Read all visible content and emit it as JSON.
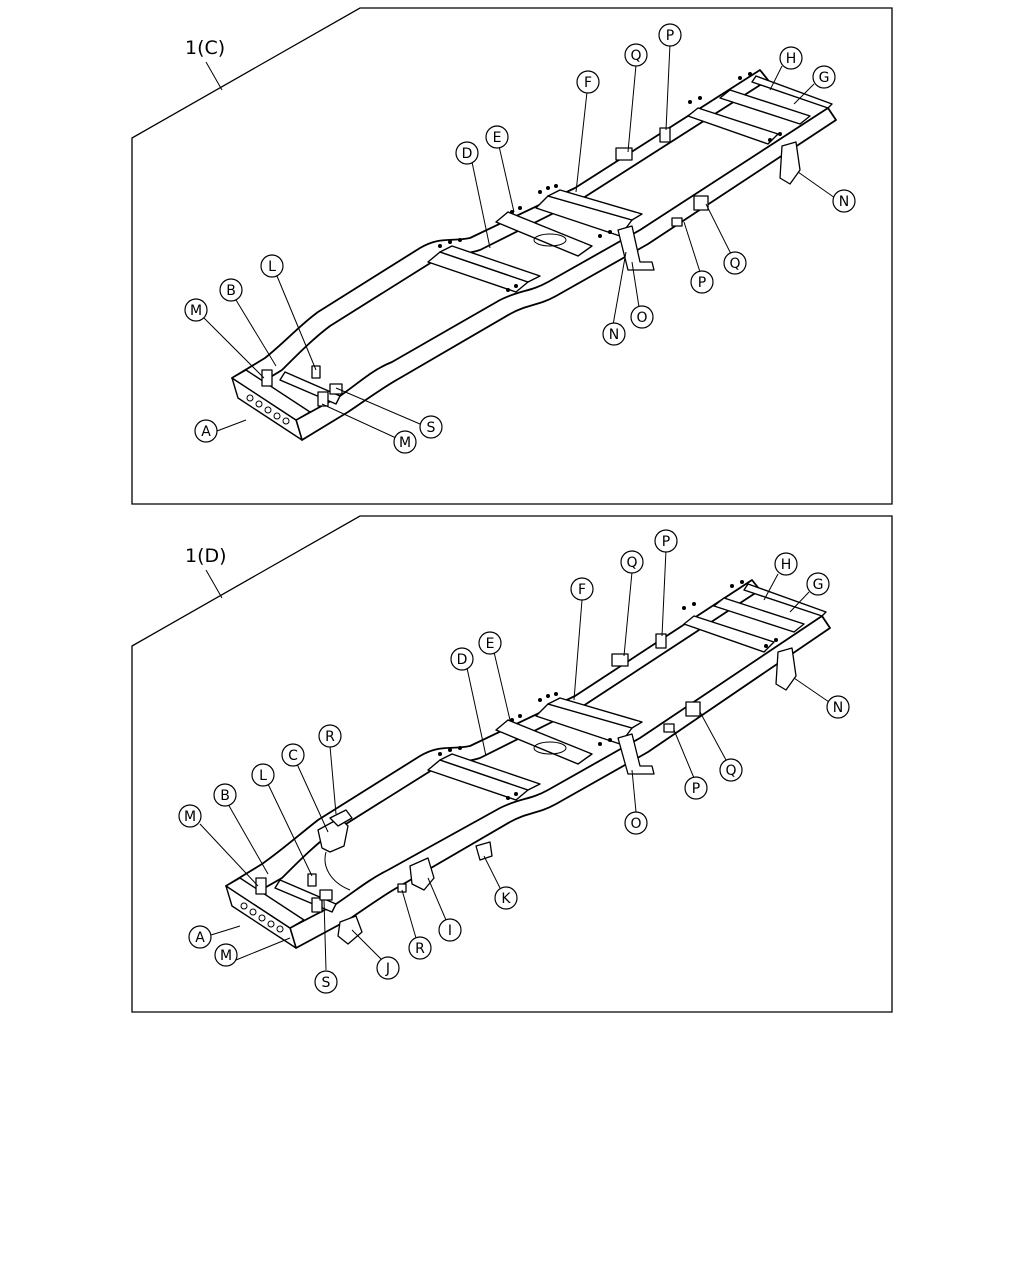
{
  "panels": [
    {
      "id": "upper",
      "label": "1(C)",
      "callouts": [
        "A",
        "B",
        "D",
        "E",
        "F",
        "G",
        "H",
        "L",
        "M",
        "M",
        "N",
        "N",
        "O",
        "P",
        "P",
        "Q",
        "Q",
        "S"
      ]
    },
    {
      "id": "lower",
      "label": "1(D)",
      "callouts": [
        "A",
        "B",
        "C",
        "D",
        "E",
        "F",
        "G",
        "H",
        "I",
        "J",
        "K",
        "L",
        "M",
        "M",
        "N",
        "O",
        "P",
        "P",
        "Q",
        "Q",
        "R",
        "R",
        "S"
      ]
    }
  ]
}
